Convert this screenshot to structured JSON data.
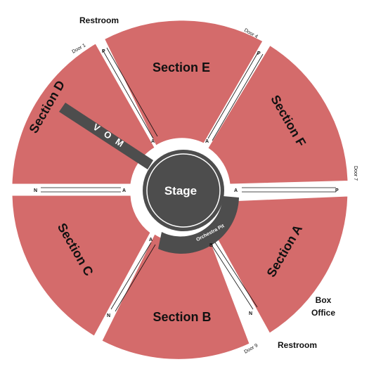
{
  "sections": {
    "a": "Section A",
    "b": "Section B",
    "c": "Section C",
    "d": "Section D",
    "e": "Section E",
    "f": "Section F"
  },
  "stage": "Stage",
  "orchestra_pit": "Orchestra Pit",
  "vom": "V O M",
  "restroom_top": "Restroom",
  "restroom_bottom": "Restroom",
  "box_office": [
    "Box",
    "Office"
  ],
  "doors": {
    "door1": "Door 1",
    "door4": "Door 4",
    "door7": "Door 7",
    "door9": "Door 9"
  },
  "row_labels": {
    "p": "P",
    "a": "A",
    "n": "N",
    "b": "B"
  },
  "colors": {
    "section": "#d46b6b",
    "stage": "#4d4d4d"
  }
}
